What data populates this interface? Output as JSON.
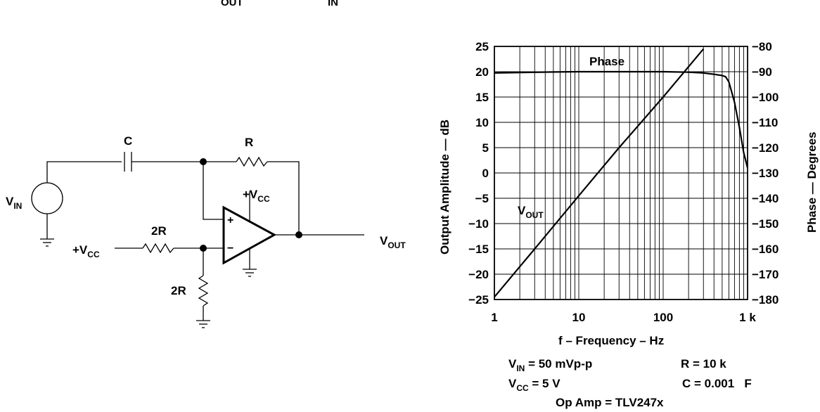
{
  "header_fragment": {
    "out": "OUT",
    "in": "IN"
  },
  "circuit": {
    "capacitor_label": "C",
    "resistor_feedback_label": "R",
    "source_label": {
      "main": "V",
      "sub": "IN"
    },
    "opamp_supply_label": {
      "main": "+V",
      "sub": "CC"
    },
    "opamp_plus": "+",
    "opamp_minus": "−",
    "divider_top_label": "2R",
    "divider_bottom_label": "2R",
    "divider_supply_label": {
      "main": "+V",
      "sub": "CC"
    },
    "output_label": {
      "main": "V",
      "sub": "OUT"
    }
  },
  "chart_data": {
    "type": "line",
    "xlabel": "f – Frequency – Hz",
    "ylabel": "Output Amplitude — dB",
    "y2label": "Phase — Degrees",
    "x_scale": "log",
    "xlim": [
      1,
      1000
    ],
    "ylim": [
      -25,
      25
    ],
    "y2lim": [
      -180,
      -80
    ],
    "grid": true,
    "x_ticks": [
      1,
      10,
      100,
      1000
    ],
    "x_tick_labels": [
      "1",
      "10",
      "100",
      "1 k"
    ],
    "y_ticks": [
      25,
      20,
      15,
      10,
      5,
      0,
      -5,
      -10,
      -15,
      -20,
      -25
    ],
    "y_tick_labels": [
      "25",
      "20",
      "15",
      "10",
      "5",
      "0",
      "−5",
      "−10",
      "−15",
      "−20",
      "−25"
    ],
    "y2_ticks": [
      -80,
      -90,
      -100,
      -110,
      -120,
      -130,
      -140,
      -150,
      -160,
      -170,
      -180
    ],
    "y2_tick_labels": [
      "−80",
      "−90",
      "−100",
      "−110",
      "−120",
      "−130",
      "−140",
      "−150",
      "−160",
      "−170",
      "−180"
    ],
    "series": [
      {
        "name": "VOUT",
        "label_main": "V",
        "label_sub": "OUT",
        "axis": "left",
        "x": [
          1,
          3,
          10,
          30,
          100,
          300
        ],
        "y": [
          -24.5,
          -15,
          -4.5,
          5,
          15,
          24.5
        ]
      },
      {
        "name": "Phase",
        "label_main": "Phase",
        "axis": "right",
        "x": [
          1,
          2,
          5,
          10,
          20,
          50,
          100,
          200,
          300,
          400,
          500,
          550,
          600,
          700,
          800,
          900,
          1000
        ],
        "y": [
          -90.5,
          -90.3,
          -90.1,
          -90,
          -90,
          -90,
          -90,
          -90.2,
          -90.5,
          -91,
          -91.5,
          -92,
          -94,
          -102,
          -112,
          -122,
          -128
        ]
      }
    ]
  },
  "conditions": {
    "vin": {
      "main": "V",
      "sub": "IN",
      "rest": " = 50 mVp-p"
    },
    "r": "R = 10 k",
    "vcc": {
      "main": "V",
      "sub": "CC",
      "rest": " = 5 V"
    },
    "c": "C = 0.001   F",
    "opamp": "Op Amp = TLV247x"
  }
}
